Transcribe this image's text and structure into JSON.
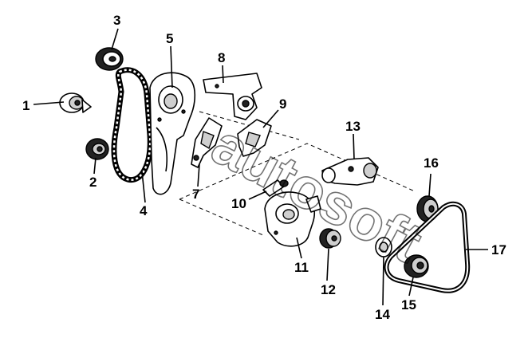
{
  "diagram": {
    "callouts": [
      {
        "id": 1,
        "label": "1"
      },
      {
        "id": 2,
        "label": "2"
      },
      {
        "id": 3,
        "label": "3"
      },
      {
        "id": 4,
        "label": "4"
      },
      {
        "id": 5,
        "label": "5"
      },
      {
        "id": 7,
        "label": "7"
      },
      {
        "id": 8,
        "label": "8"
      },
      {
        "id": 9,
        "label": "9"
      },
      {
        "id": 10,
        "label": "10"
      },
      {
        "id": 11,
        "label": "11"
      },
      {
        "id": 12,
        "label": "12"
      },
      {
        "id": 13,
        "label": "13"
      },
      {
        "id": 14,
        "label": "14"
      },
      {
        "id": 15,
        "label": "15"
      },
      {
        "id": 16,
        "label": "16"
      },
      {
        "id": 17,
        "label": "17"
      }
    ],
    "watermark": "autosoft"
  }
}
